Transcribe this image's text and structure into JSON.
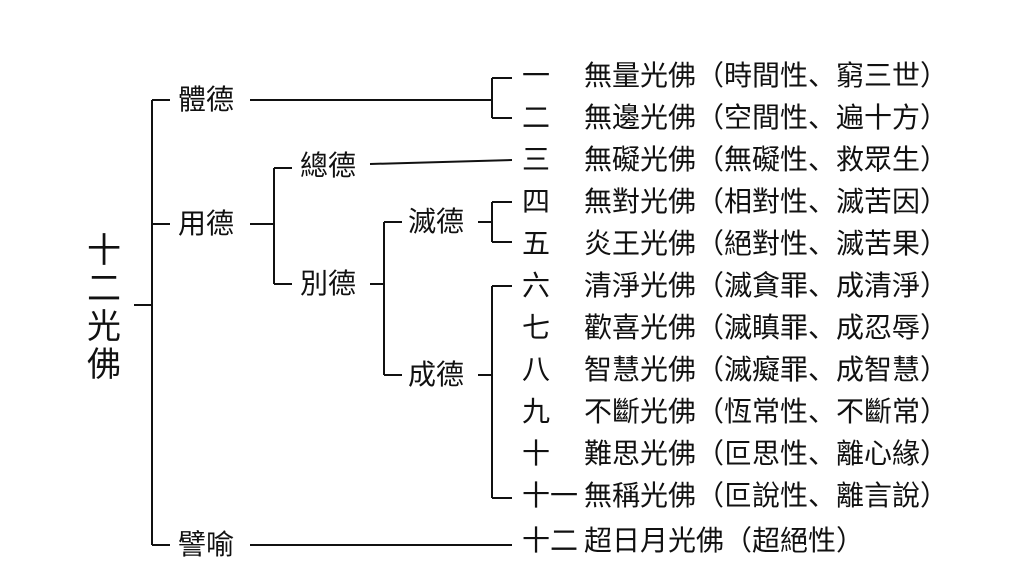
{
  "root": {
    "chars": [
      "十",
      "二",
      "光",
      "佛"
    ]
  },
  "branches": {
    "body_virtue": "體德",
    "function_virtue": "用德",
    "metaphor": "譬喻"
  },
  "sub_branches": {
    "general_virtue": "總德",
    "specific_virtue": "別德",
    "extinguish_virtue": "滅德",
    "accomplish_virtue": "成德"
  },
  "buddhas": [
    {
      "num": "一",
      "text": "無量光佛（時間性、窮三世）"
    },
    {
      "num": "二",
      "text": "無邊光佛（空間性、遍十方）"
    },
    {
      "num": "三",
      "text": "無礙光佛（無礙性、救眾生）"
    },
    {
      "num": "四",
      "text": "無對光佛（相對性、滅苦因）"
    },
    {
      "num": "五",
      "text": "炎王光佛（絕對性、滅苦果）"
    },
    {
      "num": "六",
      "text": "清淨光佛（滅貪罪、成清淨）"
    },
    {
      "num": "七",
      "text": "歡喜光佛（滅瞋罪、成忍辱）"
    },
    {
      "num": "八",
      "text": "智慧光佛（滅癡罪、成智慧）"
    },
    {
      "num": "九",
      "text": "不斷光佛（恆常性、不斷常）"
    },
    {
      "num": "十",
      "text": "難思光佛（叵思性、離心緣）"
    },
    {
      "num": "十一",
      "text": "無稱光佛（叵說性、離言說）"
    },
    {
      "num": "十二",
      "text": "超日月光佛（超絕性）"
    }
  ]
}
